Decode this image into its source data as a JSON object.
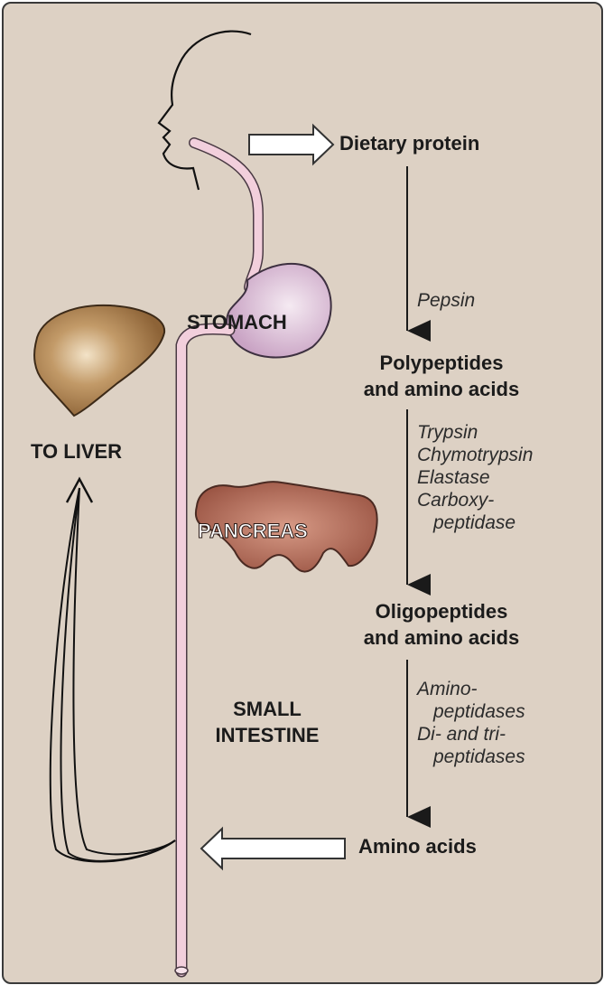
{
  "labels": {
    "dietary_protein": "Dietary protein",
    "polypeptides": [
      "Polypeptides",
      "and amino acids"
    ],
    "oligopeptides": [
      "Oligopeptides",
      "and amino acids"
    ],
    "amino_acids": "Amino acids",
    "pepsin": "Pepsin",
    "pancreatic_enzymes": [
      "Trypsin",
      "Chymotrypsin",
      "Elastase",
      "Carboxy-",
      "peptidase"
    ],
    "brush_border_enzymes": [
      "Amino-",
      "peptidases",
      "Di- and tri-",
      "peptidases"
    ],
    "stomach": "STOMACH",
    "pancreas": "PANCREAS",
    "to_liver": "TO LIVER",
    "small_intestine": [
      "SMALL",
      "INTESTINE"
    ]
  },
  "colors": {
    "background": "#ddd1c4",
    "gi_tract": "#f2cfdc",
    "stomach": "#dcbdd6",
    "liver": "#a67c4e",
    "pancreas": "#a9604f"
  }
}
